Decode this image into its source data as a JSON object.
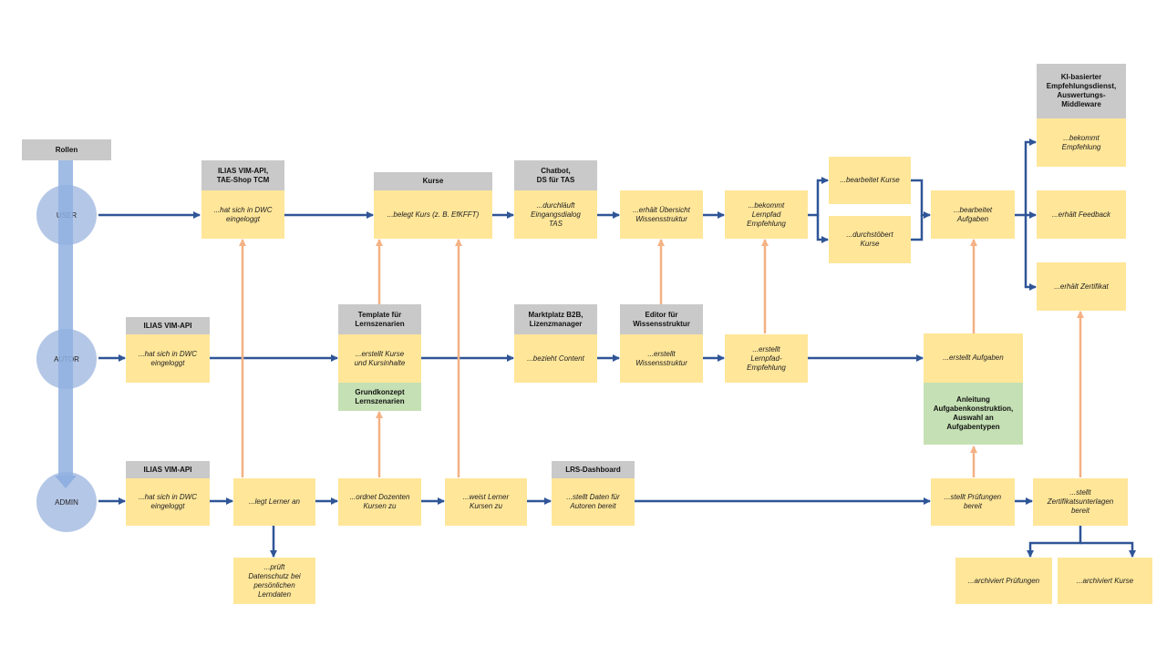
{
  "roles": {
    "header": "Rollen",
    "user": "USER",
    "autor": "AUTOR",
    "admin": "ADMIN"
  },
  "systems": {
    "ilias_vim_tae": "ILIAS VIM-API,\nTAE-Shop TCM",
    "kurse": "Kurse",
    "chatbot": "Chatbot,\nDS für TAS",
    "ki": "KI-basierter\nEmpfehlungsdienst,\nAuswertungs-\nMiddleware",
    "ilias_autor": "ILIAS VIM-API",
    "template": "Template für\nLernszenarien",
    "marktplatz": "Marktplatz B2B,\nLizenzmanager",
    "editor": "Editor für\nWissensstruktur",
    "ilias_admin": "ILIAS VIM-API",
    "lrs": "LRS-Dashboard"
  },
  "green": {
    "grundkonzept": "Grundkonzept\nLernszenarien",
    "anleitung": "Anleitung\nAufgabenkonstruktion,\nAuswahl an\nAufgabentypen"
  },
  "steps": {
    "u_login": "...hat sich in DWC\neingeloggt",
    "u_belegt": "...belegt Kurs (z. B. EfKFFT)",
    "u_durchlaeuft": "...durchläuft\nEingangsdialog\nTAS",
    "u_uebersicht": "...erhält Übersicht\nWissensstruktur",
    "u_lernpfad": "...bekommt\nLernpfad\nEmpfehlung",
    "u_bearbeitet_kurse": "...bearbeitet Kurse",
    "u_durchstoebert": "...durchstöbert\nKurse",
    "u_aufgaben": "...bearbeitet\nAufgaben",
    "u_empfehlung": "...bekommt\nEmpfehlung",
    "u_feedback": "...erhält Feedback",
    "u_zertifikat": "...erhält Zertifikat",
    "a_login": "...hat sich in DWC\neingeloggt",
    "a_kurse": "...erstellt Kurse\nund Kursinhalte",
    "a_content": "...bezieht Content",
    "a_wissen": "...erstellt\nWissensstruktur",
    "a_lernpfad": "...erstellt\nLernpfad-\nEmpfehlung",
    "a_aufgaben": "...erstellt Aufgaben",
    "ad_login": "...hat sich in DWC\neingeloggt",
    "ad_lerner": "...legt Lerner an",
    "ad_dozenten": "...ordnet Dozenten\nKursen zu",
    "ad_lerner_kurse": "...weist Lerner\nKursen zu",
    "ad_daten": "...stellt Daten für\nAutoren bereit",
    "ad_pruefungen": "...stellt Prüfungen\nbereit",
    "ad_zert": "...stellt\nZertifikatsunterlagen\nbereit",
    "ad_datenschutz": "...prüft\nDatenschutz bei\npersönlichen\nLerndaten",
    "ad_arch_pruef": "...archiviert Prüfungen",
    "ad_arch_kurse": "...archiviert Kurse"
  },
  "colors": {
    "flow_arrow": "#2f5597",
    "support_arrow": "#f4b183",
    "step_fill": "#ffe699",
    "system_fill": "#c9c9c9",
    "green_fill": "#c5e0b4",
    "role_fill": "#b4c7e7"
  }
}
